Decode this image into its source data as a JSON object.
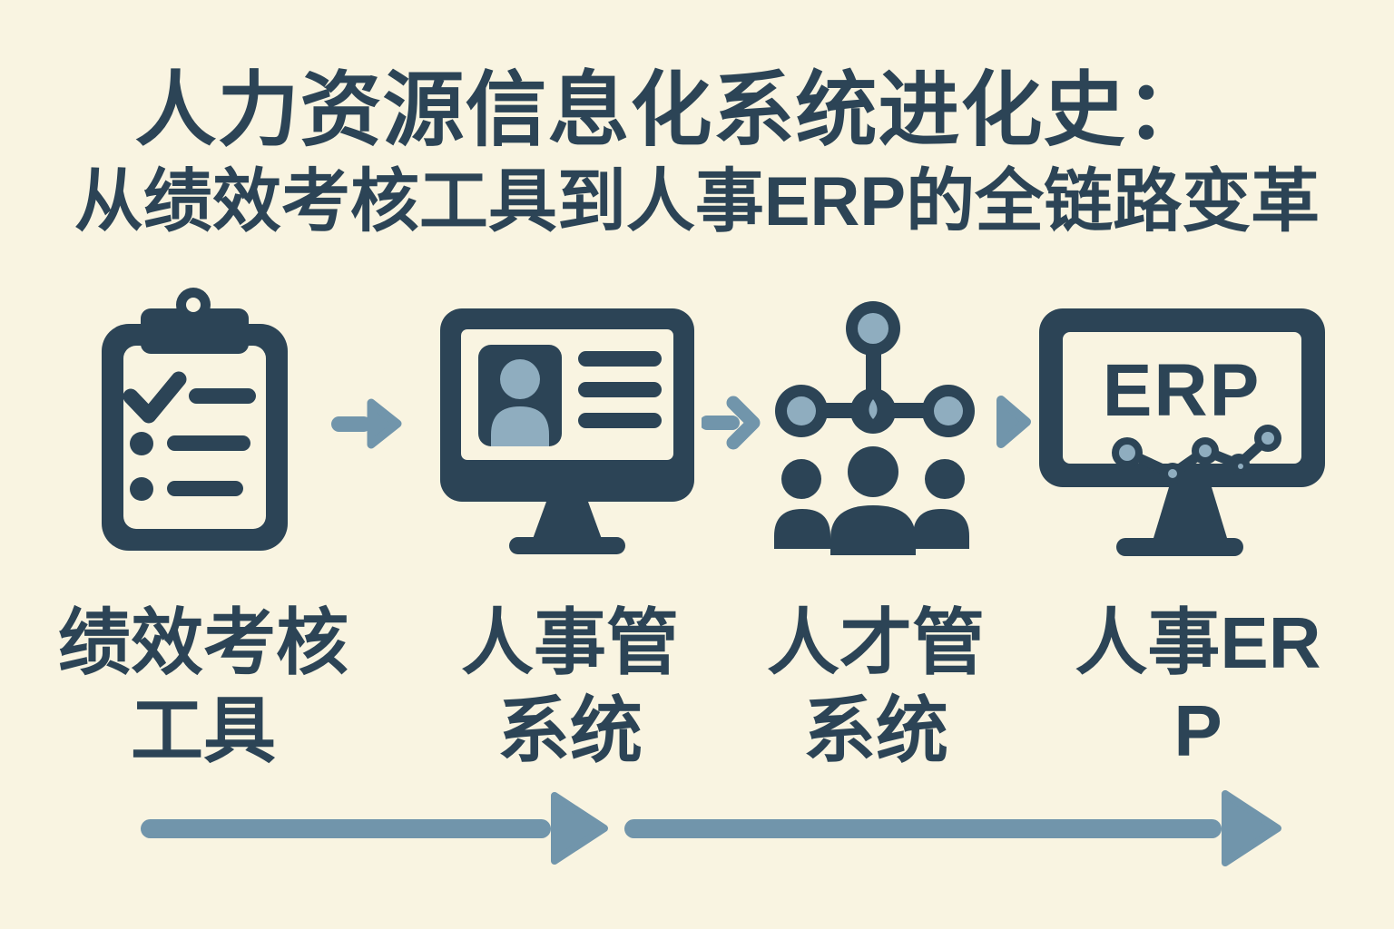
{
  "title": {
    "line1": "人力资源信息化系统进化史：",
    "line2": "从绩效考核工具到人事ERP的全链路变革"
  },
  "stages": [
    {
      "name": "performance-assessment-tool",
      "icon": "clipboard-checklist-icon",
      "label_lines": [
        "绩效考核",
        "工具"
      ]
    },
    {
      "name": "personnel-management-system",
      "icon": "monitor-profile-icon",
      "label_lines": [
        "人事管",
        "系统"
      ]
    },
    {
      "name": "talent-management-system",
      "icon": "org-chart-people-icon",
      "label_lines": [
        "人才管",
        "系统"
      ]
    },
    {
      "name": "hr-erp",
      "icon": "erp-monitor-icon",
      "icon_text": "ERP",
      "label_lines": [
        "人事ER",
        "P"
      ]
    }
  ],
  "connectors": [
    "arrow-right-icon",
    "arrow-right-icon",
    "triangle-right-icon"
  ],
  "timeline": {
    "segments": 2
  },
  "colors": {
    "background": "#f9f4e1",
    "primary": "#2c4456",
    "accent": "#7195ab",
    "light_fill": "#8fadbf"
  }
}
